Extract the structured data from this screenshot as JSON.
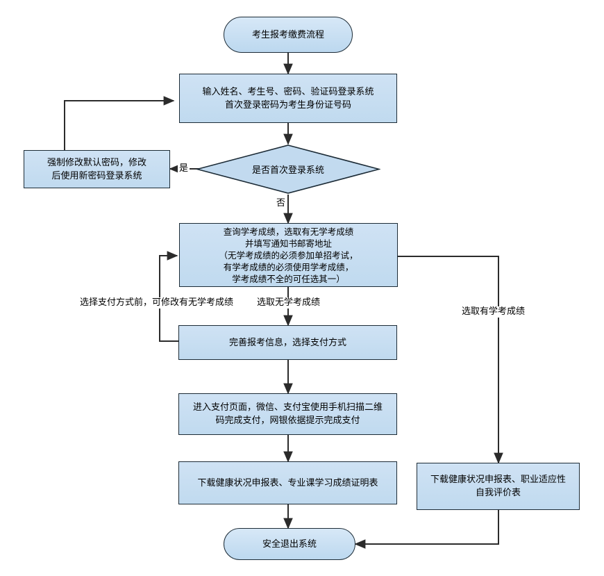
{
  "diagram": {
    "title": "考生报考缴费流程",
    "colors": {
      "node_fill": "#c7dcf0",
      "node_stroke": "#1c2b36",
      "connector": "#2b2b2b",
      "background": "#ffffff"
    },
    "nodes": {
      "start": {
        "shape": "terminal",
        "label": "考生报考缴费流程"
      },
      "login": {
        "shape": "process",
        "label": "输入姓名、考生号、密码、验证码登录系统\n首次登录密码为考生身份证号码"
      },
      "change_password": {
        "shape": "process",
        "label": "强制修改默认密码，修改\n后使用新密码登录系统"
      },
      "first_login_decision": {
        "shape": "decision",
        "label": "是否首次登录系统"
      },
      "query_scores": {
        "shape": "process",
        "label": "查询学考成绩，选取有无学考成绩\n并填写通知书邮寄地址\n（无学考成绩的必须参加单招考试，\n有学考成绩的必须使用学考成绩，\n学考成绩不全的可任选其一）"
      },
      "complete_info": {
        "shape": "process",
        "label": "完善报考信息，选择支付方式"
      },
      "payment": {
        "shape": "process",
        "label": "进入支付页面，微信、支付宝使用手机扫描二维\n码完成支付，网银依据提示完成支付"
      },
      "download_left": {
        "shape": "process",
        "label": "下载健康状况申报表、专业课学习成绩证明表"
      },
      "download_right": {
        "shape": "process",
        "label": "下载健康状况申报表、职业适应性\n自我评价表"
      },
      "end": {
        "shape": "terminal",
        "label": "安全退出系统"
      }
    },
    "edge_labels": {
      "yes": "是",
      "no": "否",
      "modify_before_pay": "选择支付方式前，可修改有无学考成绩",
      "select_no_score": "选取无学考成绩",
      "select_has_score": "选取有学考成绩"
    }
  }
}
